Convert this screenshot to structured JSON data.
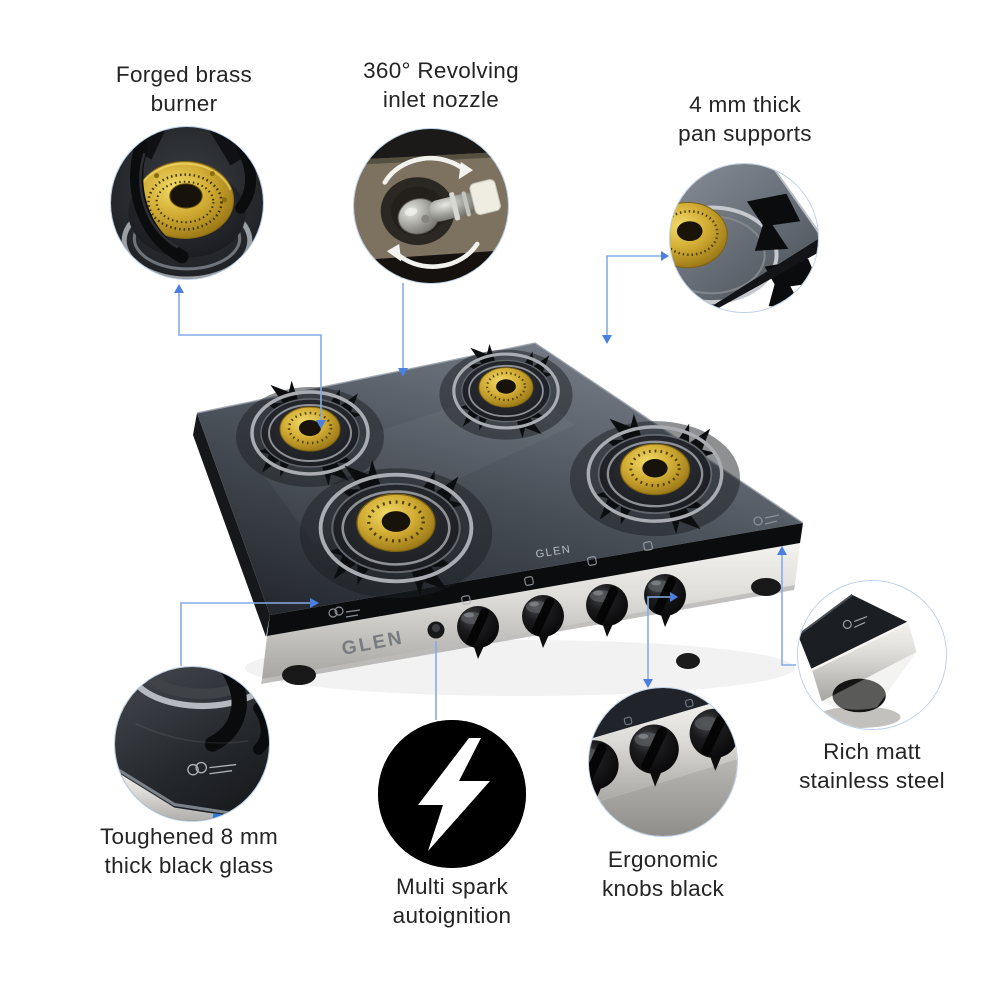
{
  "brand": "GLEN",
  "style": {
    "callout_line_color": "#85abe8",
    "callout_arrow_color": "#4b80df",
    "label_text_color": "#242424",
    "brass_color": "#d3ae35",
    "glass_color": "#2f343a",
    "steel_color": "#d9d8d5",
    "ignition_badge_bg": "#000000",
    "ignition_bolt_color": "#ffffff",
    "sticker_blue": "#2e7ad2"
  },
  "features": [
    {
      "id": "forged-brass-burner",
      "line1": "Forged brass",
      "line2": "burner"
    },
    {
      "id": "revolving-inlet-nozzle",
      "line1": "360° Revolving",
      "line2": "inlet nozzle"
    },
    {
      "id": "pan-supports",
      "line1": "4 mm thick",
      "line2": "pan supports"
    },
    {
      "id": "toughened-glass",
      "line1": "Toughened 8 mm",
      "line2": "thick black glass"
    },
    {
      "id": "multi-spark-autoignition",
      "line1": "Multi spark",
      "line2": "autoignition"
    },
    {
      "id": "ergonomic-knobs",
      "line1": "Ergonomic",
      "line2": "knobs black"
    },
    {
      "id": "stainless-steel",
      "line1": "Rich matt",
      "line2": "stainless steel"
    }
  ]
}
